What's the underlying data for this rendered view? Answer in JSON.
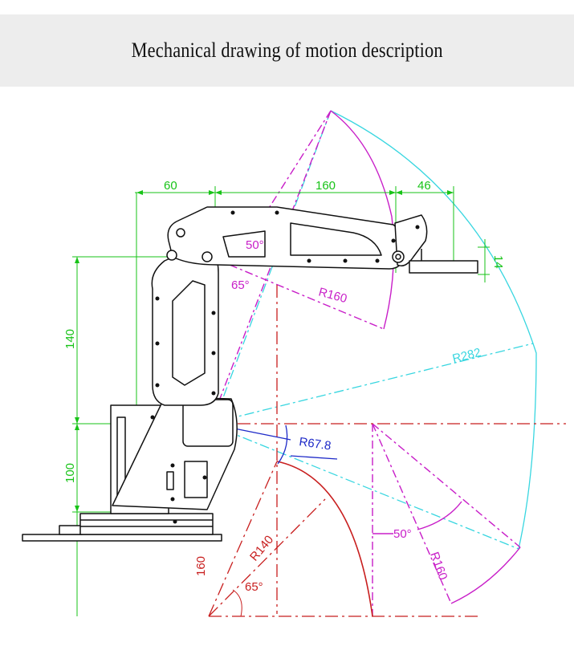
{
  "banner": {
    "title": "Mechanical drawing of motion description"
  },
  "dimensions": {
    "top_60": "60",
    "top_160": "160",
    "top_46": "46",
    "right_14": "14",
    "left_140": "140",
    "left_100": "100",
    "left_160": "160"
  },
  "annotations": {
    "angle_50_upper": "50°",
    "angle_65_upper": "65°",
    "radius_160_upper": "R160",
    "radius_282": "R282",
    "radius_67_8": "R67.8",
    "radius_140": "R140",
    "angle_65_lower": "65°",
    "angle_50_lower": "50°",
    "radius_160_lower": "R160"
  },
  "colors": {
    "green": "#17c317",
    "cyan": "#38d6e0",
    "magenta": "#c81ec8",
    "red": "#c81e1e",
    "blue": "#1e2ac8",
    "black": "#111111"
  }
}
